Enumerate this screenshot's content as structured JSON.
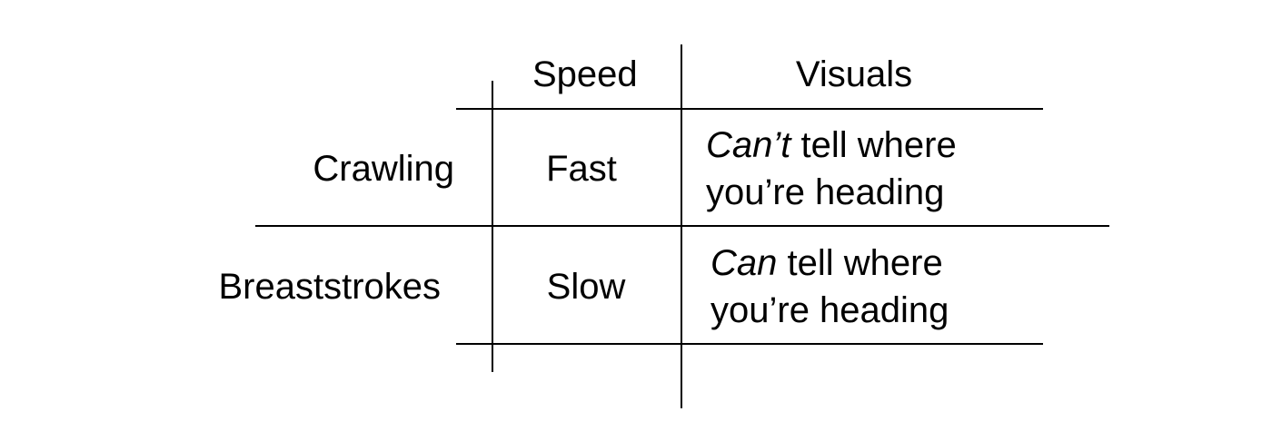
{
  "columns": {
    "speed_header": "Speed",
    "visuals_header": "Visuals"
  },
  "rows": [
    {
      "label": "Crawling",
      "speed": "Fast",
      "visuals_emphasis": "Can’t",
      "visuals_rest_line1": " tell where",
      "visuals_line2": "you’re heading"
    },
    {
      "label": "Breaststrokes",
      "speed": "Slow",
      "visuals_emphasis": "Can",
      "visuals_rest_line1": " tell where",
      "visuals_line2": "you’re heading"
    }
  ]
}
